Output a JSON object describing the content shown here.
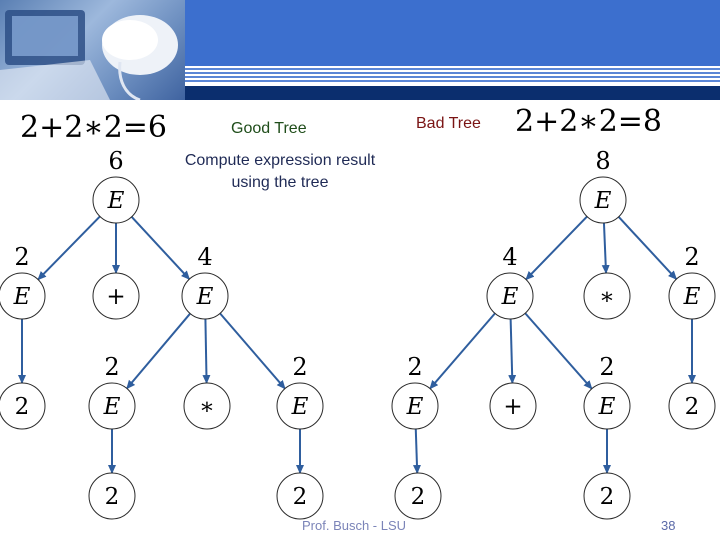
{
  "header": {},
  "good_tree": {
    "equation": "2+2∗2=6",
    "label": "Good Tree",
    "nodes": [
      {
        "id": "g-root",
        "label": "E",
        "nonterminal": true,
        "value": "6"
      },
      {
        "id": "g-l",
        "label": "E",
        "nonterminal": true,
        "value": "2"
      },
      {
        "id": "g-plus",
        "label": "+",
        "nonterminal": false,
        "value": ""
      },
      {
        "id": "g-r",
        "label": "E",
        "nonterminal": true,
        "value": "4"
      },
      {
        "id": "g-l-leaf",
        "label": "2",
        "nonterminal": false,
        "value": ""
      },
      {
        "id": "g-rl",
        "label": "E",
        "nonterminal": true,
        "value": "2"
      },
      {
        "id": "g-star",
        "label": "∗",
        "nonterminal": false,
        "value": ""
      },
      {
        "id": "g-rr",
        "label": "E",
        "nonterminal": true,
        "value": "2"
      },
      {
        "id": "g-rl-leaf",
        "label": "2",
        "nonterminal": false,
        "value": ""
      },
      {
        "id": "g-rr-leaf",
        "label": "2",
        "nonterminal": false,
        "value": ""
      }
    ],
    "edges": [
      [
        "g-root",
        "g-l"
      ],
      [
        "g-root",
        "g-plus"
      ],
      [
        "g-root",
        "g-r"
      ],
      [
        "g-l",
        "g-l-leaf"
      ],
      [
        "g-r",
        "g-rl"
      ],
      [
        "g-r",
        "g-star"
      ],
      [
        "g-r",
        "g-rr"
      ],
      [
        "g-rl",
        "g-rl-leaf"
      ],
      [
        "g-rr",
        "g-rr-leaf"
      ]
    ]
  },
  "bad_tree": {
    "equation": "2+2∗2=8",
    "label": "Bad Tree",
    "nodes": [
      {
        "id": "b-root",
        "label": "E",
        "nonterminal": true,
        "value": "8"
      },
      {
        "id": "b-l",
        "label": "E",
        "nonterminal": true,
        "value": "4"
      },
      {
        "id": "b-star",
        "label": "∗",
        "nonterminal": false,
        "value": ""
      },
      {
        "id": "b-r",
        "label": "E",
        "nonterminal": true,
        "value": "2"
      },
      {
        "id": "b-ll",
        "label": "E",
        "nonterminal": true,
        "value": "2"
      },
      {
        "id": "b-plus",
        "label": "+",
        "nonterminal": false,
        "value": ""
      },
      {
        "id": "b-lr",
        "label": "E",
        "nonterminal": true,
        "value": "2"
      },
      {
        "id": "b-r-leaf",
        "label": "2",
        "nonterminal": false,
        "value": ""
      },
      {
        "id": "b-ll-leaf",
        "label": "2",
        "nonterminal": false,
        "value": ""
      },
      {
        "id": "b-lr-leaf",
        "label": "2",
        "nonterminal": false,
        "value": ""
      }
    ],
    "edges": [
      [
        "b-root",
        "b-l"
      ],
      [
        "b-root",
        "b-star"
      ],
      [
        "b-root",
        "b-r"
      ],
      [
        "b-l",
        "b-ll"
      ],
      [
        "b-l",
        "b-plus"
      ],
      [
        "b-l",
        "b-lr"
      ],
      [
        "b-r",
        "b-r-leaf"
      ],
      [
        "b-ll",
        "b-ll-leaf"
      ],
      [
        "b-lr",
        "b-lr-leaf"
      ]
    ]
  },
  "note": "Compute expression result using the tree",
  "footer": {
    "author": "Prof. Busch - LSU",
    "page": "38"
  },
  "colors": {
    "header_blue": "#3c6fce",
    "header_dark": "#0b2e6e",
    "edge": "#2f5e9e",
    "good_label": "#1f4d1a",
    "bad_label": "#7a1414"
  }
}
